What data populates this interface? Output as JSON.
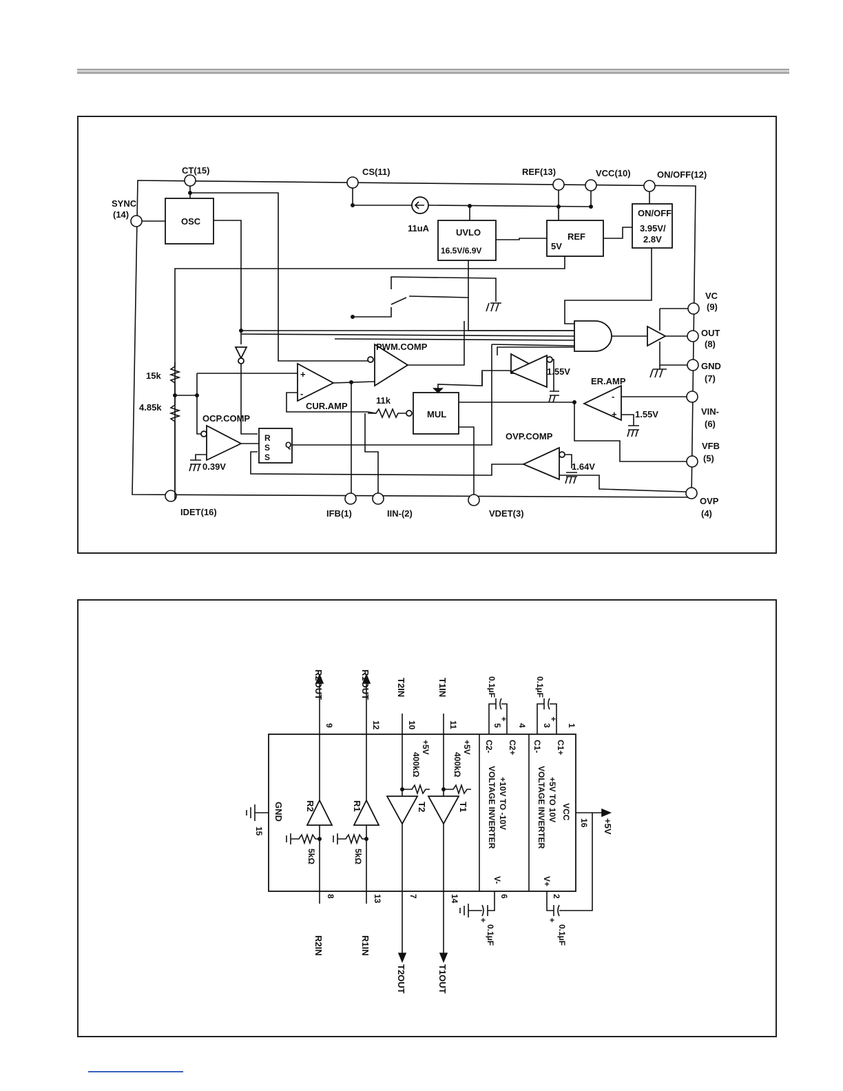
{
  "diagram1": {
    "pins": {
      "ct": "CT(15)",
      "cs": "CS(11)",
      "ref": "REF(13)",
      "vcc": "VCC(10)",
      "onoff": "ON/OFF(12)",
      "sync1": "SYNC",
      "sync2": "(14)",
      "vc1": "VC",
      "vc2": "(9)",
      "out1": "OUT",
      "out2": "(8)",
      "gnd1": "GND",
      "gnd2": "(7)",
      "vin1": "VIN-",
      "vin2": "(6)",
      "vfb1": "VFB",
      "vfb2": "(5)",
      "ovp1": "OVP",
      "ovp2": "(4)",
      "idet": "IDET(16)",
      "ifb": "IFB(1)",
      "iin": "IIN-(2)",
      "vdet": "VDET(3)"
    },
    "blocks": {
      "osc": "OSC",
      "uvlo1": "UVLO",
      "uvlo2": "16.5V/6.9V",
      "ref1": "REF",
      "ref2": "5V",
      "onoff1": "ON/OFF",
      "onoff2": "3.95V/",
      "onoff3": "2.8V",
      "mul": "MUL",
      "rss1": "R",
      "rss2": "S",
      "rss3": "S",
      "q": "Q"
    },
    "labels": {
      "current": "11uA",
      "pwm": "PWM.COMP",
      "curamp": "CUR.AMP",
      "eramp": "ER.AMP",
      "ocp": "OCP.COMP",
      "ovp": "OVP.COMP",
      "r15k": "15k",
      "r485k": "4.85k",
      "r11k": "11k",
      "v155a": "1.55V",
      "v155b": "1.55V",
      "v164": "1.64V",
      "v039": "0.39V"
    }
  },
  "diagram2": {
    "top": {
      "r2out": "R2OUT",
      "r1out": "R1OUT",
      "t2in": "T2IN",
      "t1in": "T1IN",
      "cap1": "0.1µF",
      "cap2": "0.1µF"
    },
    "pinnums": {
      "p9": "9",
      "p12": "12",
      "p10": "10",
      "p11": "11",
      "p5": "5",
      "p4": "4",
      "p3": "3",
      "p1": "1",
      "p8": "8",
      "p13": "13",
      "p7": "7",
      "p14": "14",
      "p6": "6",
      "p2": "2",
      "p16": "16",
      "p15": "15"
    },
    "inner": {
      "c2m": "C2-",
      "c2p": "C2+",
      "c1m": "C1-",
      "c1p": "C1+",
      "vcc": "VCC",
      "inv2a": "+10V TO -10V",
      "inv2b": "VOLTAGE INVERTER",
      "inv1a": "+5V TO 10V",
      "inv1b": "VOLTAGE INVERTER",
      "vminus": "V-",
      "vplus": "V+",
      "gnd": "GND",
      "r2": "R2",
      "r1": "R1",
      "t2": "T2",
      "t1": "T1",
      "pu1": "+5V",
      "pu1r": "400kΩ",
      "pu2": "+5V",
      "pu2r": "400kΩ",
      "rd1": "5kΩ",
      "rd2": "5kΩ"
    },
    "bottom": {
      "r2in": "R2IN",
      "r1in": "R1IN",
      "t2out": "T2OUT",
      "t1out": "T1OUT",
      "cap3": "0.1µF",
      "cap4": "0.1µF",
      "plus5": "+5V"
    }
  }
}
